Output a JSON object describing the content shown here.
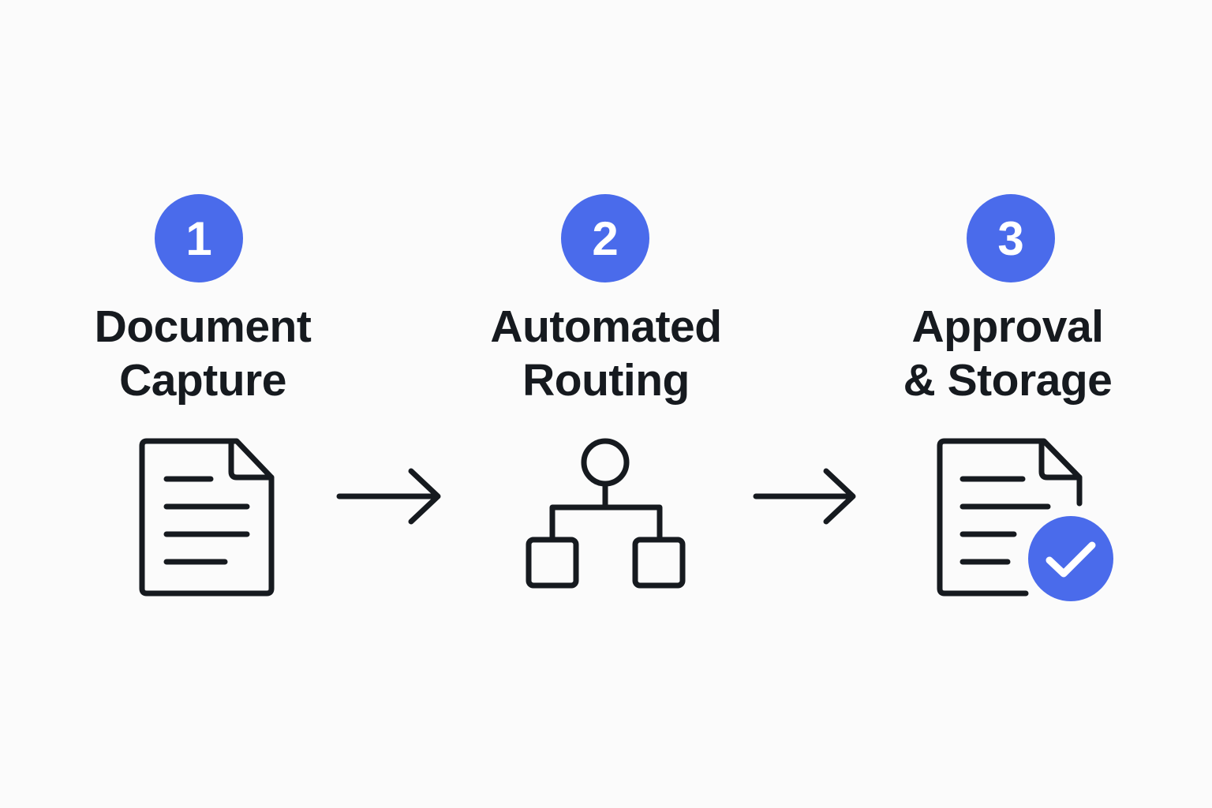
{
  "steps": [
    {
      "number": "1",
      "title_line1": "Document",
      "title_line2": "Capture",
      "icon": "document-icon"
    },
    {
      "number": "2",
      "title_line1": "Automated",
      "title_line2": "Routing",
      "icon": "hierarchy-icon"
    },
    {
      "number": "3",
      "title_line1": "Approval",
      "title_line2": "& Storage",
      "icon": "document-check-icon"
    }
  ],
  "colors": {
    "accent": "#4a6beb",
    "ink": "#161a1f",
    "background": "#fbfbfb"
  }
}
